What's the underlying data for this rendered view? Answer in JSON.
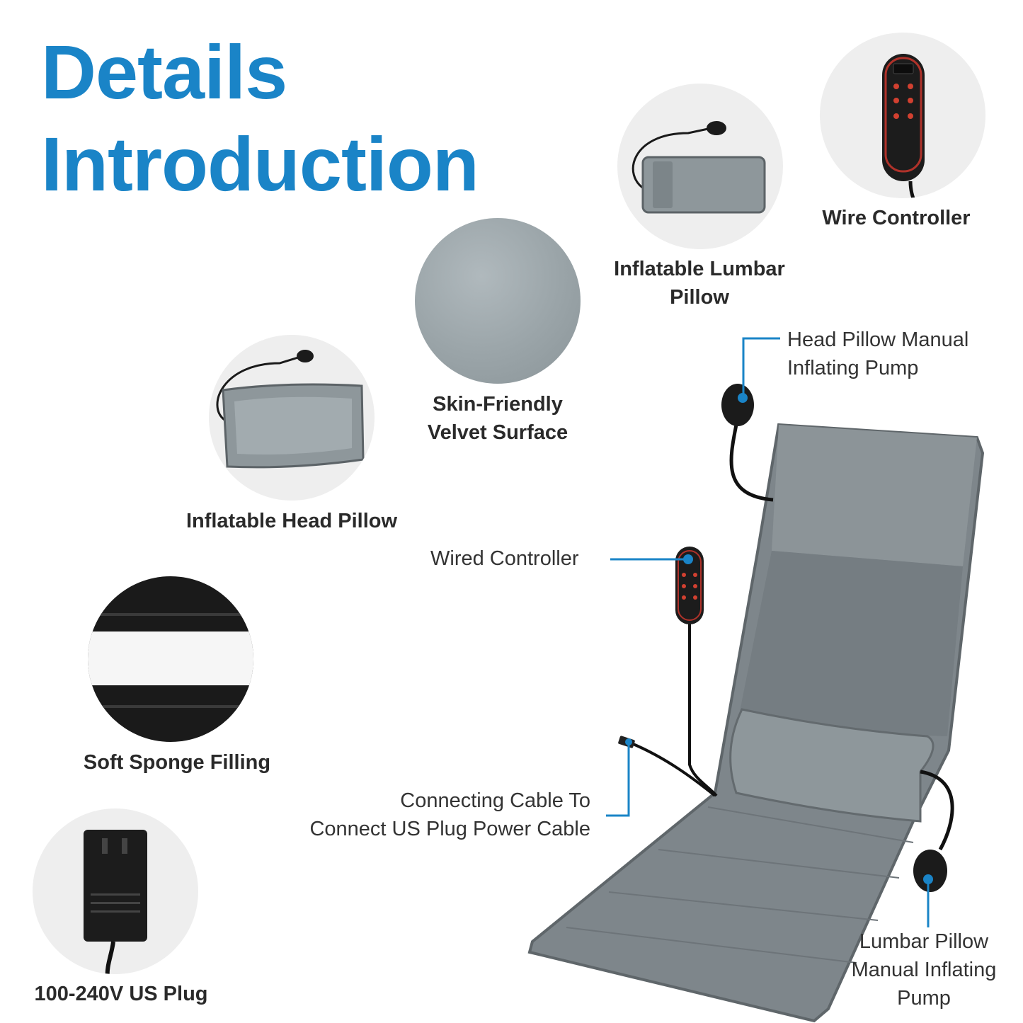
{
  "heading": {
    "line1": "Details",
    "line2": "Introduction"
  },
  "features": {
    "wire_controller": "Wire Controller",
    "lumbar_pillow_l1": "Inflatable Lumbar",
    "lumbar_pillow_l2": "Pillow",
    "velvet_l1": "Skin-Friendly",
    "velvet_l2": "Velvet Surface",
    "head_pillow": "Inflatable Head Pillow",
    "sponge": "Soft Sponge Filling",
    "plug": "100-240V US Plug"
  },
  "callouts": {
    "head_pump_l1": "Head Pillow Manual",
    "head_pump_l2": "Inflating Pump",
    "wired_controller": "Wired Controller",
    "cable_l1": "Connecting Cable To",
    "cable_l2": "Connect US Plug Power Cable",
    "lumbar_pump_l1": "Lumbar Pillow",
    "lumbar_pump_l2": "Manual Inflating",
    "lumbar_pump_l3": "Pump"
  },
  "colors": {
    "accent": "#1a84c7",
    "mat": "#7e868b",
    "pillow": "#8e979b",
    "velvet": "#9aa4a8"
  }
}
